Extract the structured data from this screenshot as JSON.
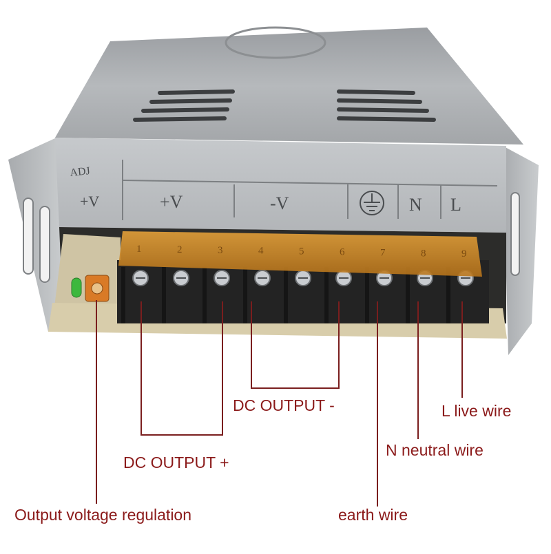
{
  "colors": {
    "callout_text": "#8b1a1a",
    "leader_line": "#7a1e1e",
    "housing": "#b9bcbf",
    "terminal_block": "#2a2a2a",
    "terminal_cover": "#d68a1e"
  },
  "housing": {
    "adj_label": "ADJ",
    "label_pos_v": "+V",
    "label_neg_v": "-V",
    "label_n": "N",
    "label_l": "L"
  },
  "terminals": {
    "numbers": [
      "1",
      "2",
      "3",
      "4",
      "5",
      "6",
      "7",
      "8",
      "9"
    ]
  },
  "callouts": {
    "dc_output_pos": "DC OUTPUT +",
    "dc_output_neg": "DC OUTPUT -",
    "earth_wire": "earth wire",
    "n_neutral": "N neutral wire",
    "l_live": "L live wire",
    "voltage_reg": "Output voltage regulation"
  }
}
